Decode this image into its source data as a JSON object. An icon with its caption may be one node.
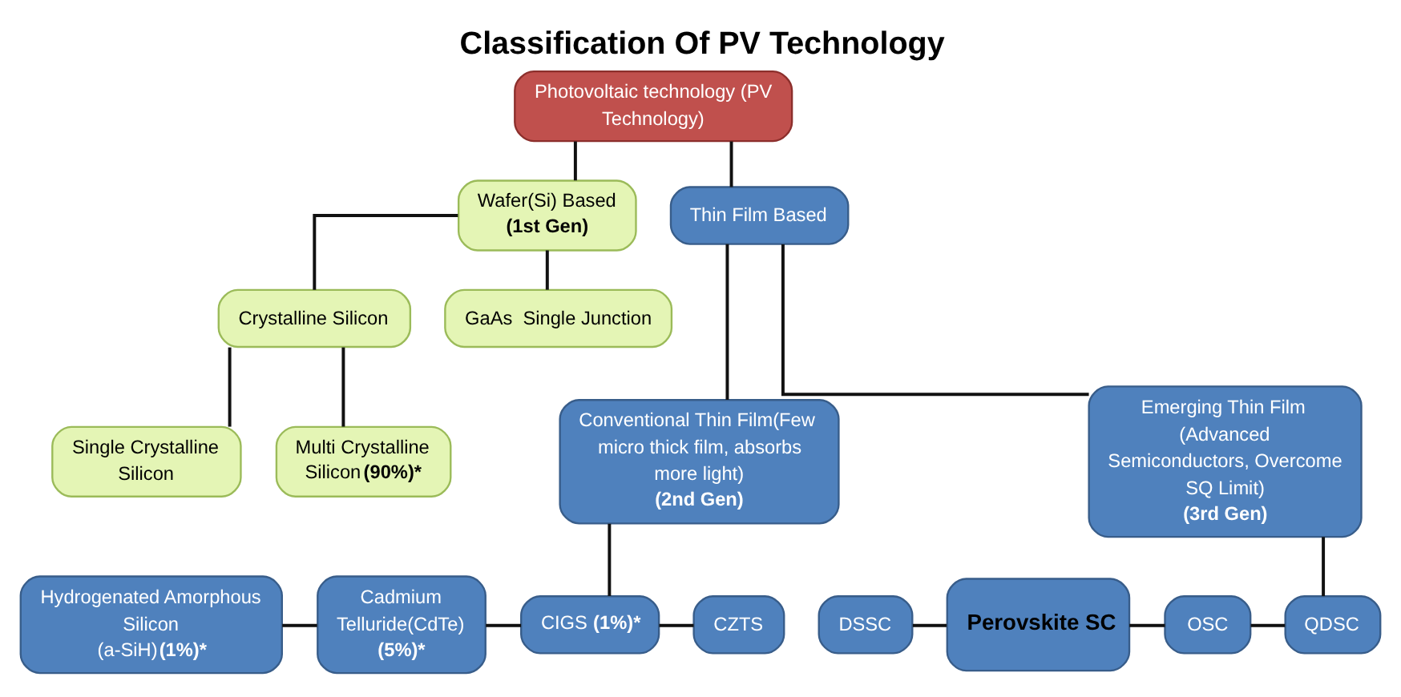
{
  "diagram": {
    "title": "Classification Of PV Technology",
    "nodes": [
      {
        "text": [
          "Photovoltaic technology (PV Technology)"
        ]
      },
      {
        "text": [
          "Wafer(Si) Based",
          "**(1st Gen)**"
        ]
      },
      {
        "text": [
          "Crystalline Silicon"
        ]
      },
      {
        "text": [
          "GaAs  Single Junction"
        ]
      },
      {
        "text": [
          "Single Crystalline Silicon"
        ]
      },
      {
        "text": [
          "Multi Crystalline Silicon**(90%)***"
        ]
      },
      {
        "text": [
          "Thin Film Based"
        ]
      },
      {
        "text": [
          "Conventional Thin Film(Few micro thick film, absorbs more light)",
          "**(2nd Gen)**"
        ]
      },
      {
        "text": [
          "Emerging Thin Film (Advanced Semiconductors, Overcome SQ Limit)",
          "**(3rd Gen)**"
        ]
      },
      {
        "text": [
          "Hydrogenated Amorphous Silicon (a-SiH)**(1%)***"
        ]
      },
      {
        "text": [
          "Cadmium Telluride(CdTe) **(5%)***"
        ]
      },
      {
        "text": [
          "CIGS **(1%)***"
        ]
      },
      {
        "text": [
          "CZTS"
        ]
      },
      {
        "text": [
          "DSSC"
        ]
      },
      {
        "text": [
          "**Perovskite SC**"
        ]
      },
      {
        "text": [
          "OSC"
        ]
      },
      {
        "text": [
          "QDSC"
        ]
      }
    ],
    "edges": [
      {
        "from": 0,
        "to": 1,
        "arrow": "none"
      },
      {
        "from": 0,
        "to": 6,
        "arrow": "none"
      },
      {
        "from": 1,
        "to": 2,
        "arrow": "none"
      },
      {
        "from": 1,
        "to": 3,
        "arrow": "none"
      },
      {
        "from": 2,
        "to": 4,
        "arrow": "none"
      },
      {
        "from": 2,
        "to": 5,
        "arrow": "none"
      },
      {
        "from": 6,
        "to": 7,
        "arrow": "none"
      },
      {
        "from": 6,
        "to": 8,
        "arrow": "none"
      },
      {
        "from": 7,
        "to": 11,
        "arrow": "none"
      },
      {
        "from": 9,
        "to": 10,
        "arrow": "none"
      },
      {
        "from": 10,
        "to": 11,
        "arrow": "none"
      },
      {
        "from": 11,
        "to": 12,
        "arrow": "none"
      },
      {
        "from": 8,
        "to": 16,
        "arrow": "none"
      },
      {
        "from": 13,
        "to": 14,
        "arrow": "none"
      },
      {
        "from": 14,
        "to": 15,
        "arrow": "none"
      },
      {
        "from": 15,
        "to": 16,
        "arrow": "none"
      }
    ]
  }
}
